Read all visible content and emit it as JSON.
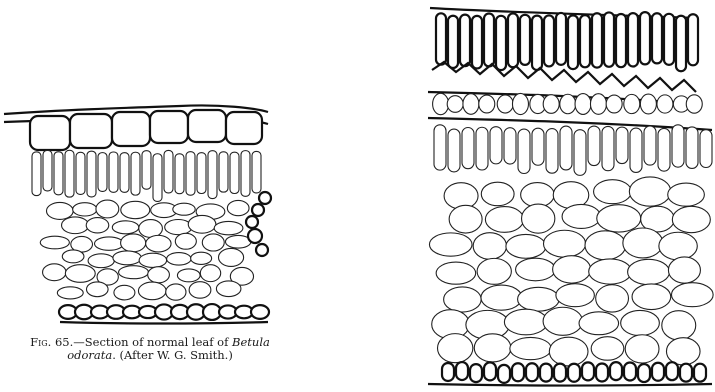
{
  "figure_65": {
    "caption_line_1_prefix": "Fig. 65.",
    "caption_line_1_text": "—Section of normal leaf of ",
    "caption_line_1_species_genus": "Betula",
    "caption_line_2_species_epithet": "odorata",
    "caption_line_2_credit": ". (After W. G. Smith.)"
  }
}
